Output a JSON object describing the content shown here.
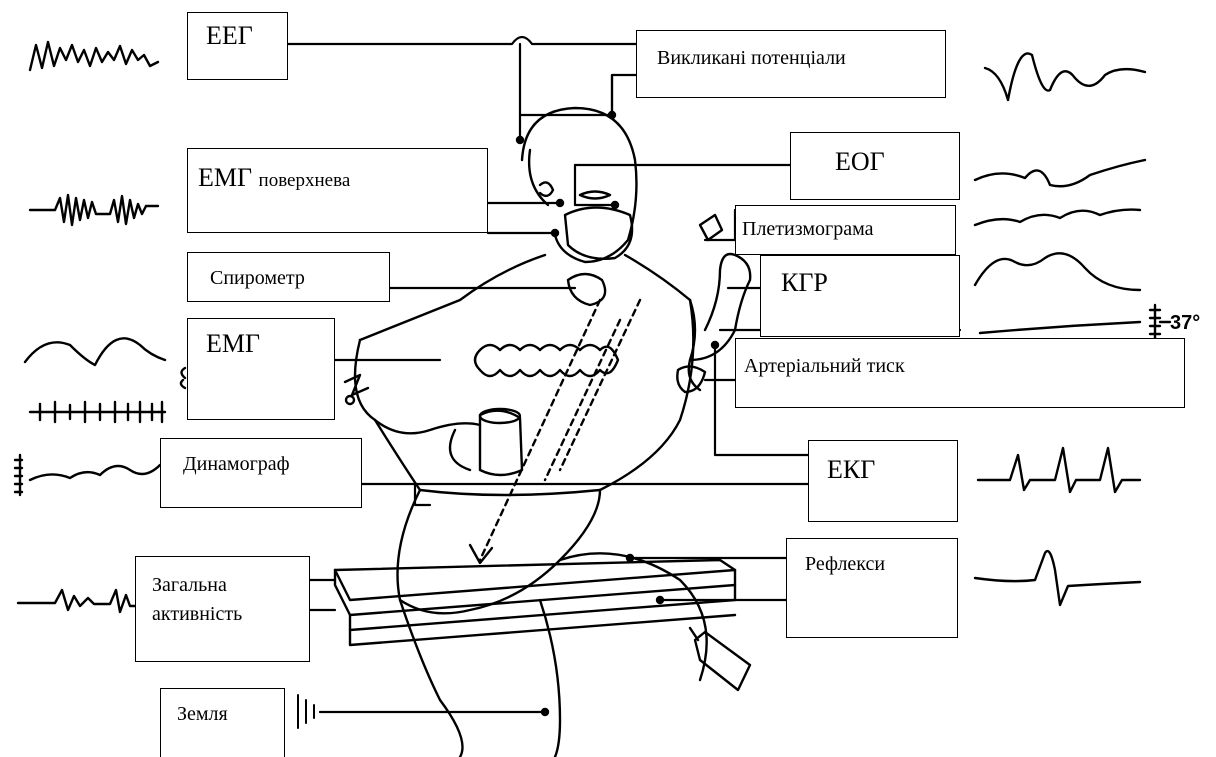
{
  "labels": {
    "eeg": "ЕЕГ",
    "evoked": "Викликані потенціали",
    "emg_surface_abbr": "ЕМГ",
    "emg_surface_word": "поверхнева",
    "eog": "ЕОГ",
    "plethysmogram": "Плетизмограма",
    "spirometer": "Спирометр",
    "gsr": "КГР",
    "emg": "ЕМГ",
    "blood_pressure": "Артеріальний тиск",
    "dynamograph": "Динамограф",
    "ecg": "ЕКГ",
    "general_activity": "Загальна активність",
    "reflexes": "Рефлекси",
    "ground": "Земля"
  },
  "temperature_scale": "37°",
  "colors": {
    "line": "#000000",
    "background": "#ffffff"
  }
}
